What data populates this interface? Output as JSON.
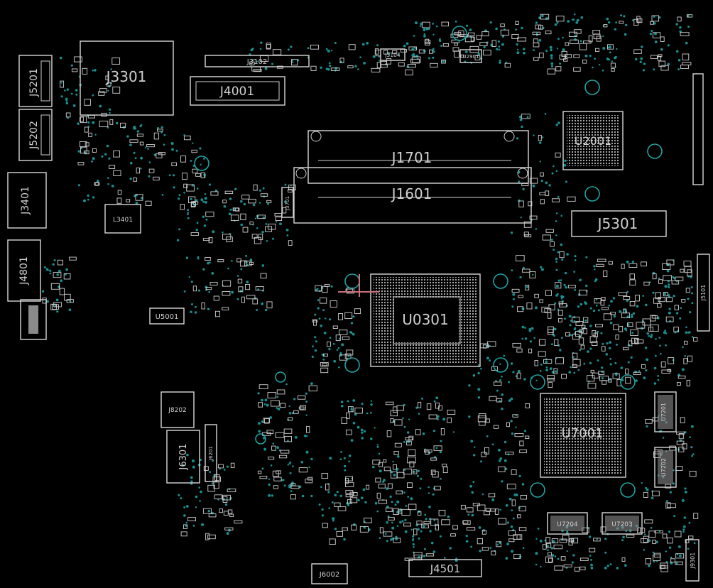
{
  "colors": {
    "background": "#000000",
    "outline": "#d8d8d8",
    "via": "#1a8f8f",
    "mounting_hole": "#1fa3a3",
    "cursor": "#c9707a"
  },
  "components": {
    "J3301": "J3301",
    "J3102": "J3102",
    "J4001": "J4001",
    "J3104": "J3104",
    "U2901": "U2901",
    "J5201": "J5201",
    "J5202": "J5202",
    "J3401": "J3401",
    "L3401": "L3401",
    "J4801": "J4801",
    "J1701": "J1701",
    "J1601": "J1601",
    "J3701": "J3701",
    "U0301": "U0301",
    "U5001": "U5001",
    "U2001": "U2001",
    "J5301": "J5301",
    "J5101": "J5101",
    "U7001": "U7001",
    "J8202": "J8202",
    "J6301": "J6301",
    "J6201": "J6201",
    "J6002": "J6002",
    "J4501": "J4501",
    "U7204": "U7204",
    "U7203": "U7203",
    "U7201": "U7201",
    "U7202": "U7202",
    "J9301": "J9301"
  }
}
